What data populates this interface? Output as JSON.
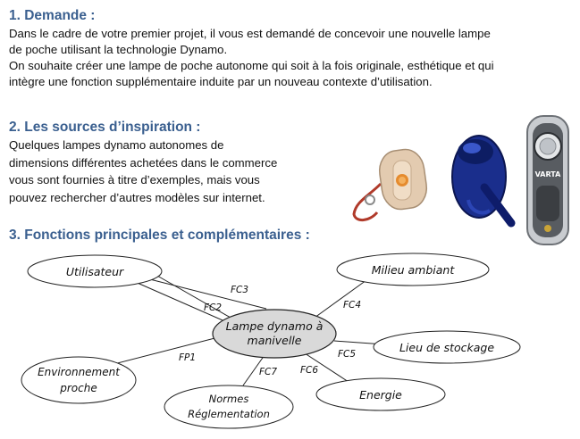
{
  "section1": {
    "title": "1. Demande :",
    "lines": [
      "Dans le cadre de votre premier projet, il vous est demandé de concevoir une nouvelle lampe",
      "de poche utilisant la technologie Dynamo.",
      "On souhaite créer une lampe de poche autonome qui soit à la fois originale, esthétique et qui",
      "intègre une fonction supplémentaire induite par un nouveau contexte d’utilisation."
    ]
  },
  "section2": {
    "title": "2. Les sources d’inspiration :",
    "lines": [
      "Quelques lampes dynamo autonomes de",
      "dimensions différentes achetées dans le commerce",
      "vous sont fournies à titre d’exemples, mais vous",
      "pouvez rechercher d’autres modèles sur internet."
    ],
    "brand_label": "VARTA"
  },
  "section3": {
    "title": "3. Fonctions principales et complémentaires :"
  },
  "diagram": {
    "center": [
      "Lampe dynamo à",
      "manivelle"
    ],
    "nodes": {
      "utilisateur": "Utilisateur",
      "milieu": "Milieu ambiant",
      "stockage": "Lieu de stockage",
      "energie": "Energie",
      "normes": [
        "Normes",
        "Réglementation"
      ],
      "environnement": [
        "Environnement",
        "proche"
      ]
    },
    "links": {
      "fc3": "FC3",
      "fc2": "FC2",
      "fc4": "FC4",
      "fc5": "FC5",
      "fc6": "FC6",
      "fc7": "FC7",
      "fp1": "FP1"
    }
  }
}
